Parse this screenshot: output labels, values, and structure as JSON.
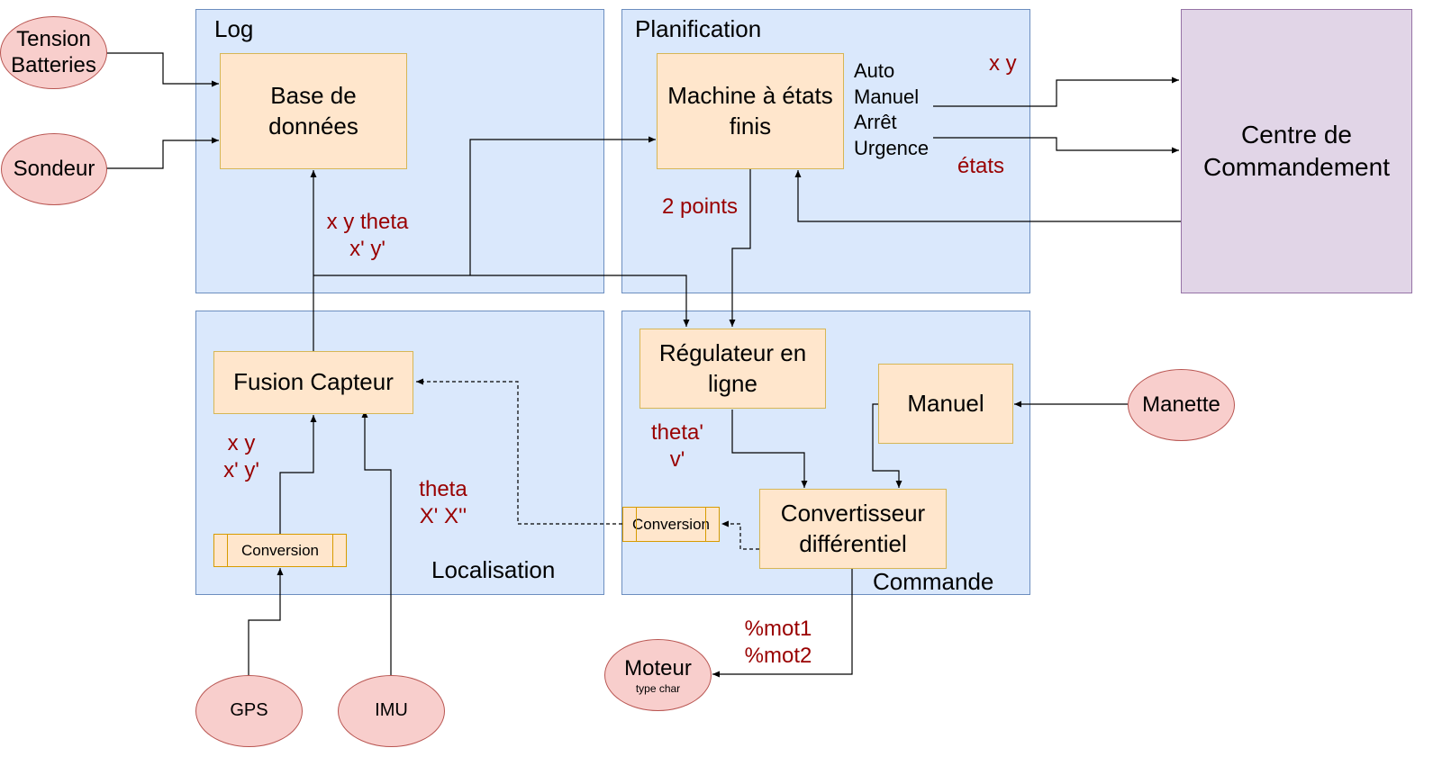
{
  "groups": {
    "log": "Log",
    "planification": "Planification",
    "localisation": "Localisation",
    "commande": "Commande"
  },
  "boxes": {
    "base": [
      "Base de",
      "données"
    ],
    "machine": [
      "Machine à états",
      "finis"
    ],
    "fusion": "Fusion Capteur",
    "regulateur": [
      "Régulateur en",
      "ligne"
    ],
    "manuel": "Manuel",
    "convertisseur": [
      "Convertisseur",
      "différentiel"
    ]
  },
  "processes": {
    "conversion_gps": "Conversion",
    "conversion_cmd": "Conversion"
  },
  "ellipses": {
    "tension": [
      "Tension",
      "Batteries"
    ],
    "sondeur": "Sondeur",
    "gps": "GPS",
    "imu": "IMU",
    "manette": "Manette",
    "moteur": "Moteur",
    "moteur_sub": "type char"
  },
  "centre": [
    "Centre de",
    "Commandement"
  ],
  "states": [
    "Auto",
    "Manuel",
    "Arrêt",
    "Urgence"
  ],
  "labels": {
    "xy_theta": [
      "x y theta",
      "x' y'"
    ],
    "xy_top": "x y",
    "etats": "états",
    "two_points": "2 points",
    "xy_loc": [
      "x y",
      "x' y'"
    ],
    "theta_x": [
      "theta",
      "X' X''"
    ],
    "theta_v": [
      "theta'",
      "v'"
    ],
    "mot": [
      "%mot1",
      "%mot2"
    ]
  },
  "colors": {
    "group_fill": "#dae8fc",
    "box_fill": "#ffe6cc",
    "ellipse_fill": "#f8cecc",
    "centre_fill": "#e1d5e7",
    "label_red": "#990000"
  }
}
